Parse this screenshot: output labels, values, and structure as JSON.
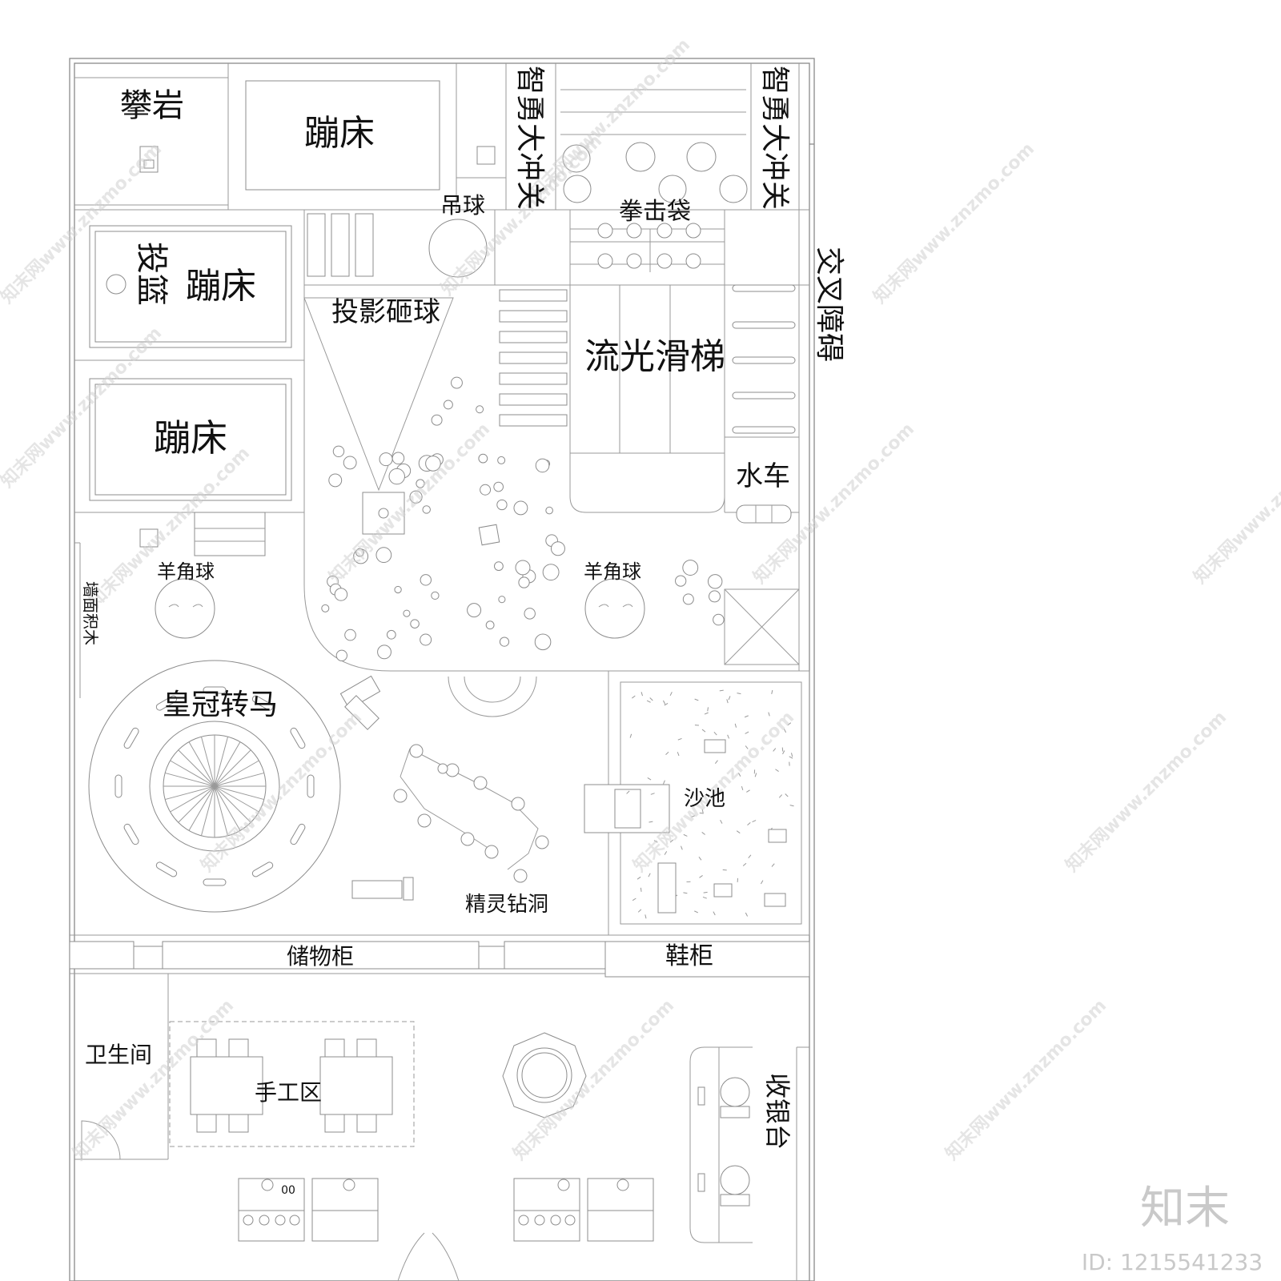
{
  "labels": {
    "climbing": "攀岩",
    "trampoline_top": "蹦床",
    "challenge_left": "智勇大冲关",
    "challenge_right": "智勇大冲关",
    "hanging_ball": "吊球",
    "punching_bag": "拳击袋",
    "basketball": "投篮",
    "trampoline_mid": "蹦床",
    "projection": "投影砸球",
    "slide": "流光滑梯",
    "cross_obstacle": "交叉障碍",
    "trampoline_low": "蹦床",
    "waterwheel": "水车",
    "horn_ball_left": "羊角球",
    "horn_ball_right": "羊角球",
    "wall_blocks": "墙面积木",
    "carousel": "皇冠转马",
    "sandpit": "沙池",
    "elf_tunnel": "精灵钻洞",
    "storage": "储物柜",
    "shoe_cabinet": "鞋柜",
    "restroom": "卫生间",
    "craft_area": "手工区",
    "cashier": "收银台",
    "table_number": "00"
  },
  "watermark": {
    "text": "知末网www.znzmo.com",
    "brand": "知末",
    "id": "ID: 1215541233"
  },
  "colors": {
    "line": "#8a8a8a",
    "text": "#111111",
    "watermark": "#cfcfcf"
  }
}
